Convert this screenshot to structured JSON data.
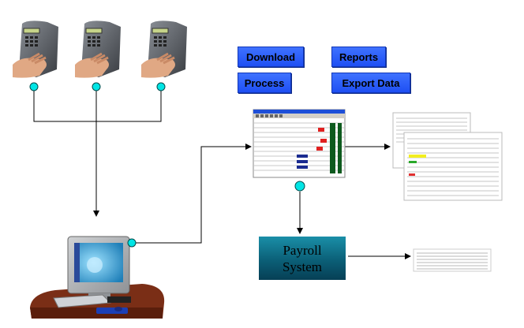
{
  "buttons": {
    "download": "Download",
    "reports": "Reports",
    "process": "Process",
    "export": "Export Data"
  },
  "payroll": {
    "line1": "Payroll",
    "line2": "System"
  },
  "colors": {
    "connector": "#00e5e5",
    "button": "#2b5cff",
    "payroll": "#0b6b86",
    "line": "#000000"
  },
  "icons": [
    "hand-scanner-icon",
    "hand-scanner-icon",
    "hand-scanner-icon",
    "computer-icon",
    "software-screenshot-thumbnail",
    "report-thumbnail",
    "payroll-report-thumbnail"
  ]
}
